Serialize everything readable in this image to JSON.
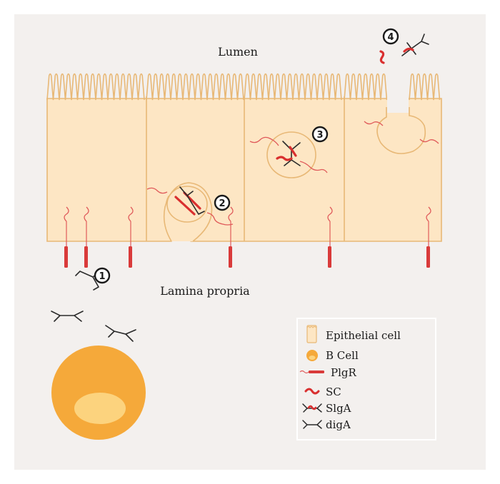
{
  "labels": {
    "lumen": "Lumen",
    "lamina": "Lamina propria"
  },
  "steps": [
    "1",
    "2",
    "3",
    "4"
  ],
  "legend": {
    "items": [
      {
        "icon": "epithelial-cell-icon",
        "label": "Epithelial cell"
      },
      {
        "icon": "b-cell-icon",
        "label": "B Cell"
      },
      {
        "icon": "plgr-icon",
        "label": "PlgR"
      },
      {
        "icon": "sc-icon",
        "label": "SC"
      },
      {
        "icon": "sliga-icon",
        "label": "SlgA"
      },
      {
        "icon": "diga-icon",
        "label": "digA"
      }
    ]
  },
  "colors": {
    "background": "#f3f0ee",
    "cell_fill": "#fde6c4",
    "cell_outline": "#e8b876",
    "red": "#d93a3a",
    "b_cell": "#f5a93a",
    "b_cell_nucleus": "#fcd37e"
  }
}
